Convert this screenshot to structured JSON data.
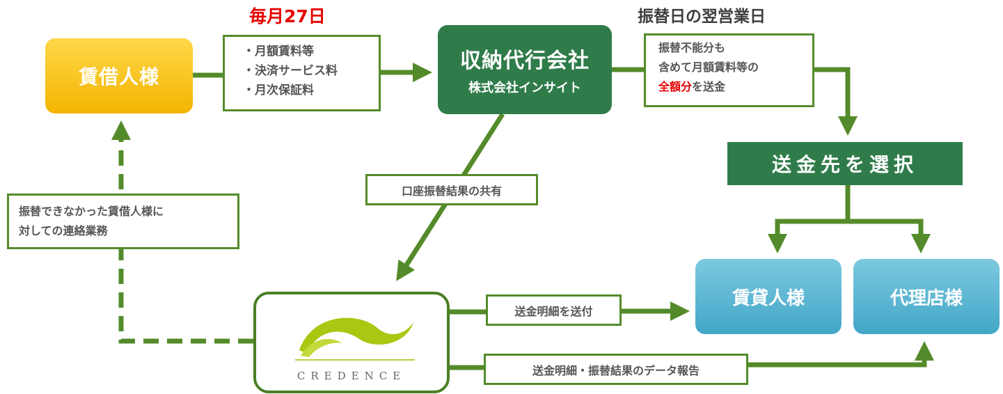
{
  "tenant": {
    "label": "賃借人様"
  },
  "agent": {
    "title": "収納代行会社",
    "subtitle": "株式会社インサイト"
  },
  "payment": {
    "date": "毎月27日",
    "items": [
      "・月額賃料等",
      "・決済サービス料",
      "・月次保証料"
    ]
  },
  "remittance": {
    "timing": "振替日の翌営業日",
    "line1": "振替不能分も",
    "line2": "含めて月額賃料等の",
    "line3_red": "全額分",
    "line3_rest": "を送金"
  },
  "select_destination": {
    "label": "送金先を選択"
  },
  "share_result": {
    "label": "口座振替結果の共有"
  },
  "contact": {
    "line1": "振替できなかった賃借人様に",
    "line2": "対しての連絡業務"
  },
  "credence": {
    "wordmark": "CREDENCE"
  },
  "send_statement": {
    "label": "送金明細を送付"
  },
  "data_report": {
    "label": "送金明細・振替結果のデータ報告"
  },
  "lessor": {
    "label": "賃貸人様"
  },
  "agency": {
    "label": "代理店様"
  },
  "colors": {
    "green": "#548b2a",
    "dark_green": "#2f7c4a",
    "red": "#e60000",
    "yellow": "#f3b400",
    "blue": "#42a6c7"
  }
}
